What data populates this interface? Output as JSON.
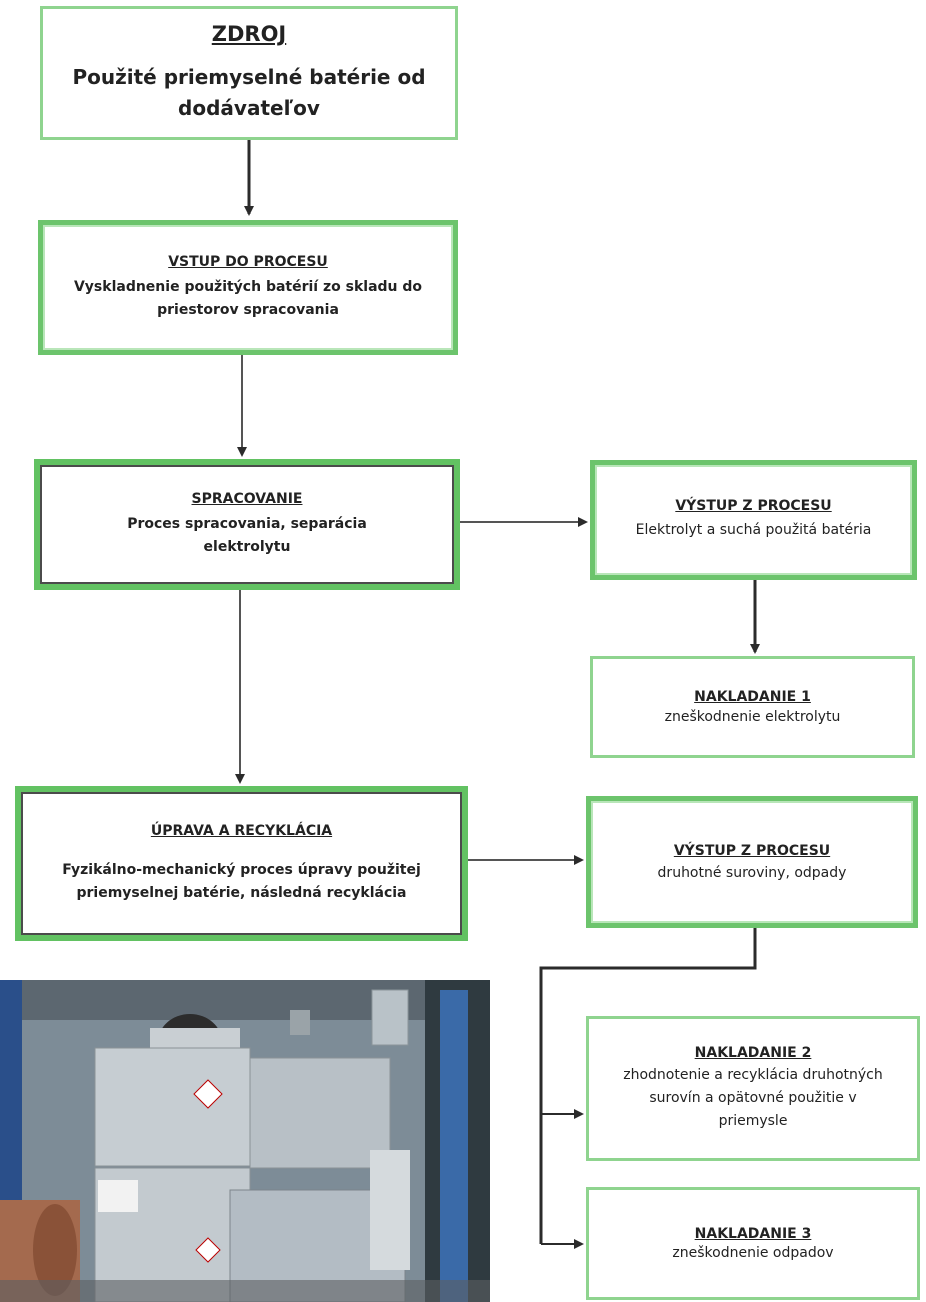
{
  "nodes": {
    "zdroj": {
      "title": "ZDROJ",
      "text": "Použité priemyselné batérie od dodávateľov"
    },
    "vstup": {
      "title": "VSTUP DO PROCESU",
      "text": "Vyskladnenie použitých batérií zo skladu do priestorov spracovania"
    },
    "spracovanie": {
      "title": "SPRACOVANIE",
      "text": "Proces spracovania,  separácia elektrolytu"
    },
    "vystup1": {
      "title": "VÝSTUP Z PROCESU",
      "text": "Elektrolyt a suchá použitá batéria"
    },
    "nakladanie1": {
      "title": "NAKLADANIE 1",
      "text": "zneškodnenie elektrolytu"
    },
    "uprava": {
      "title": "ÚPRAVA A RECYKLÁCIA",
      "text": "Fyzikálno-mechanický proces úpravy použitej priemyselnej batérie, následná recyklácia"
    },
    "vystup2": {
      "title": "VÝSTUP Z PROCESU",
      "text": "druhotné suroviny, odpady"
    },
    "nakladanie2": {
      "title": "NAKLADANIE 2",
      "text": "zhodnotenie a recyklácia druhotných surovín a opätovné použitie v priemysle"
    },
    "nakladanie3": {
      "title": "NAKLADANIE 3",
      "text": "zneškodnenie odpadov"
    }
  },
  "colors": {
    "border_green": "#6cc46c",
    "arrow": "#2b2b2b"
  }
}
